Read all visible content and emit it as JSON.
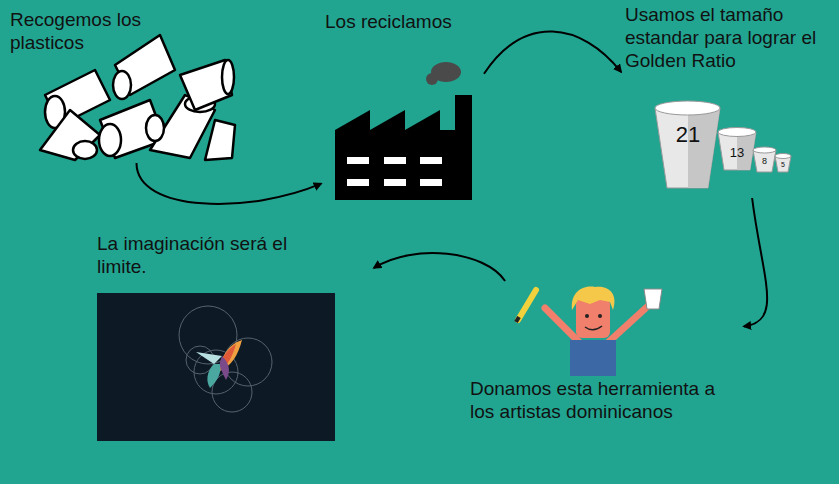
{
  "diagram": {
    "nodes": [
      {
        "text": [
          "Recogemos los plasticos"
        ]
      },
      {
        "text": [
          "Los reciclamos"
        ]
      },
      {
        "text": [
          "Usamos el tamaño estandar para lograr el Golden Ratio"
        ]
      },
      {
        "text": [
          "Donamos esta herramienta a los artistas dominicanos"
        ]
      },
      {
        "text": [
          "La imaginación será el limite."
        ]
      }
    ],
    "edges": [
      {
        "from": 0,
        "to": 1,
        "arrow": "to"
      },
      {
        "from": 1,
        "to": 2,
        "arrow": "to"
      },
      {
        "from": 2,
        "to": 3,
        "arrow": "to"
      },
      {
        "from": 3,
        "to": 4,
        "arrow": "to"
      }
    ],
    "labels": [
      "21",
      "13",
      "8",
      "5"
    ]
  }
}
